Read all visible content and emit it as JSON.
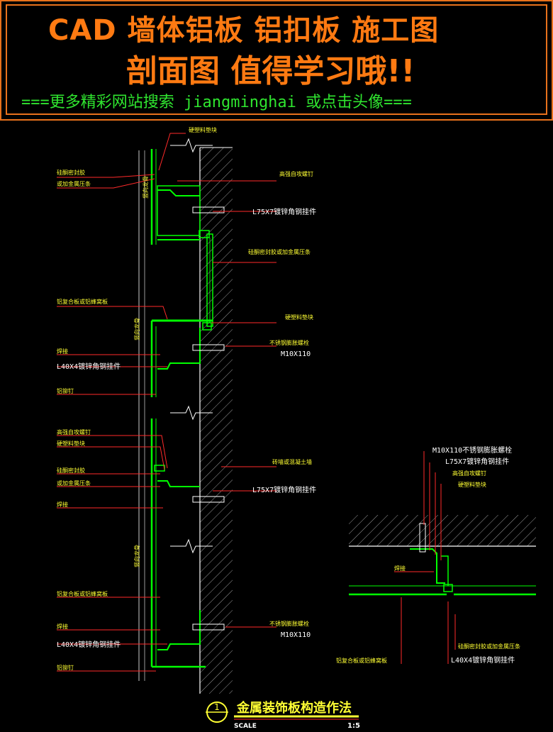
{
  "banner": {
    "line1": "CAD 墙体铝板 铝扣板 施工图",
    "line2": "剖面图  值得学习哦!!",
    "line3": "===更多精彩网站搜索 jiangminghai 或点击头像==="
  },
  "labels": {
    "a1": "硬塑料垫块",
    "a2": "硅酮密封胶",
    "a3": "或加金属压条",
    "a4": "高强自攻螺钉",
    "a5": "L75X7镀锌角钢挂件",
    "a6": "硅酮密封胶或加金属压条",
    "a7": "铝复合板或铝蜂窝板",
    "a8": "硬塑料垫块",
    "a9": "不锈钢膨胀螺栓",
    "a10": "M10X110",
    "a11": "焊接",
    "a12": "L40X4镀锌角钢挂件",
    "a13": "铝铆钉",
    "a14": "高强自攻螺钉",
    "a15": "硬塑料垫块",
    "a16": "硅酮密封胶",
    "a17": "或加金属压条",
    "a18": "焊接",
    "a19": "砖墙或混凝土墙",
    "a20": "L75X7镀锌角钢挂件",
    "a21": "铝复合板或铝蜂窝板",
    "a22": "焊接",
    "a23": "L40X4镀锌角钢挂件",
    "a24": "铝铆钉",
    "a25": "不锈钢膨胀螺栓",
    "a26": "M10X110",
    "b1": "M10X110不锈钢膨胀螺栓",
    "b2": "L75X7镀锌角钢挂件",
    "b3": "高强自攻螺钉",
    "b4": "硬塑料垫块",
    "b5": "焊接",
    "b6": "硅酮密封胶或加金属压条",
    "b7": "铝复合板或铝蜂窝板",
    "b8": "L40X4镀锌角钢挂件",
    "v1": "竖向龙骨",
    "v2": "竖向龙骨",
    "v3": "竖向龙骨"
  },
  "title": {
    "number": "1",
    "text": "金属装饰板构造作法",
    "scale_label": "SCALE",
    "scale_value": "1:5"
  },
  "colors": {
    "banner_text": "#ff7a12",
    "banner_sub": "#2fe52f",
    "panel": "#00ff00",
    "bracket": "#33ff33",
    "leader": "#ff2a2a",
    "text": "#ffff33",
    "wall": "#ffffff"
  }
}
